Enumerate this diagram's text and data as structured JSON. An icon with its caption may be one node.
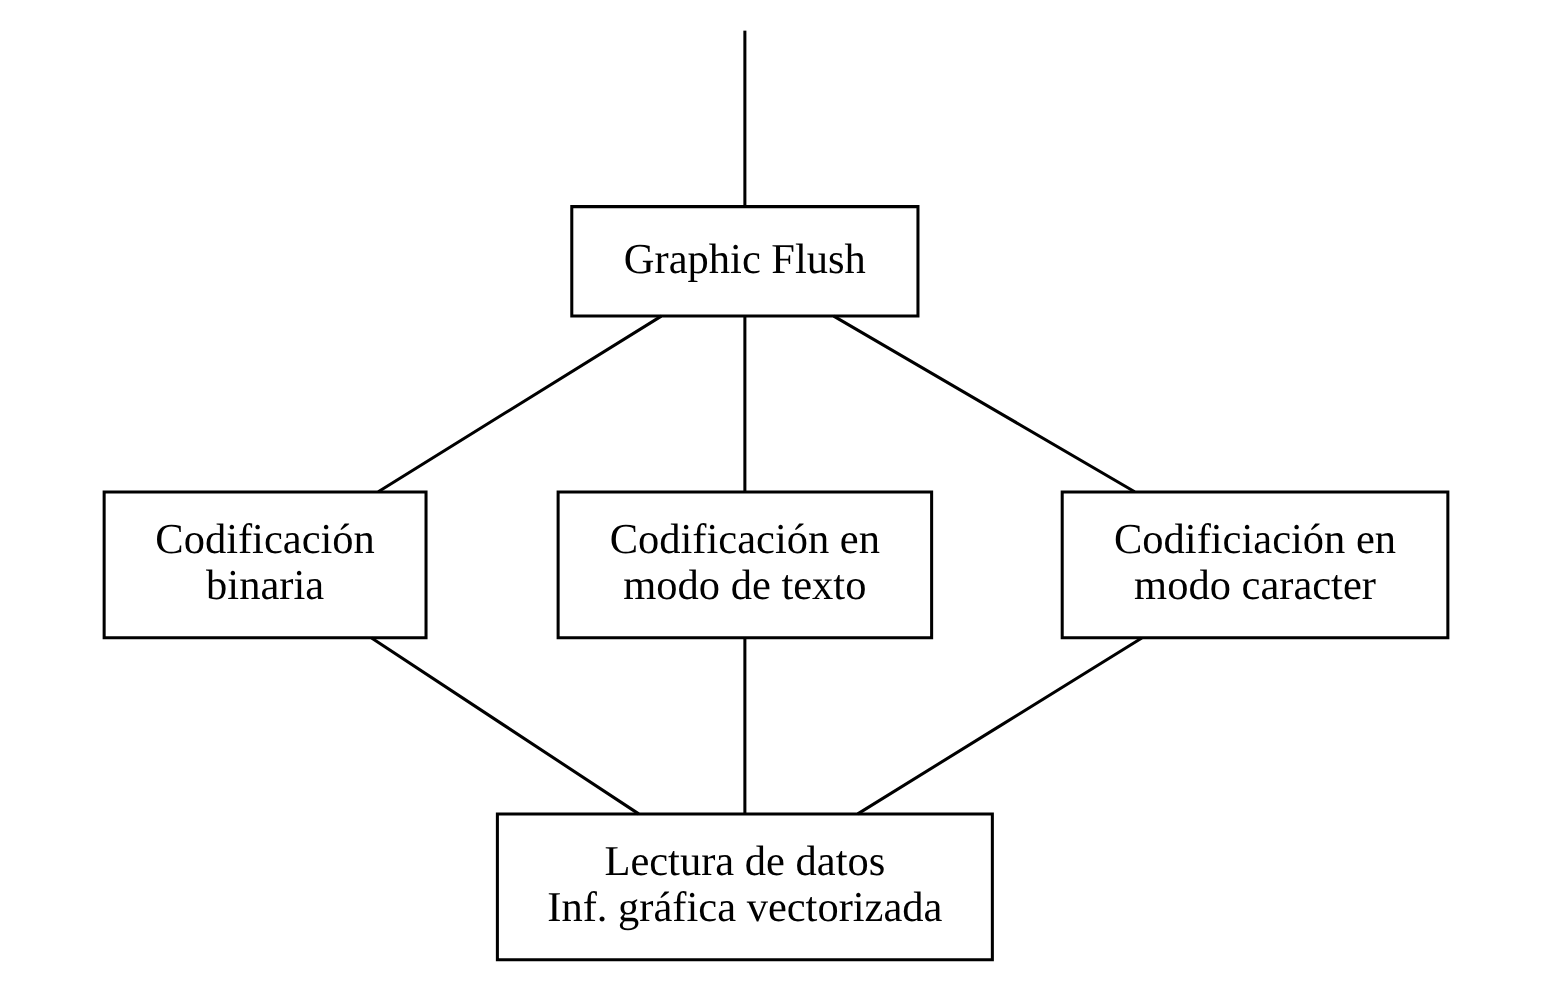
{
  "diagram": {
    "nodes": [
      {
        "text": [
          "Graphic Flush"
        ]
      },
      {
        "text": [
          "Codificación binaria"
        ]
      },
      {
        "text": [
          "Codificación en modo de texto"
        ]
      },
      {
        "text": [
          "Codificiación en modo caracter"
        ]
      },
      {
        "text": [
          "Lectura de datos",
          "Inf. gráfica vectorizada"
        ]
      }
    ],
    "edges": [
      {
        "from": null,
        "to": 0,
        "arrow": "none"
      },
      {
        "from": 0,
        "to": 1,
        "arrow": "none"
      },
      {
        "from": 0,
        "to": 2,
        "arrow": "none"
      },
      {
        "from": 0,
        "to": 3,
        "arrow": "none"
      },
      {
        "from": 1,
        "to": 4,
        "arrow": "none"
      },
      {
        "from": 2,
        "to": 4,
        "arrow": "none"
      },
      {
        "from": 3,
        "to": 4,
        "arrow": "none"
      }
    ]
  }
}
